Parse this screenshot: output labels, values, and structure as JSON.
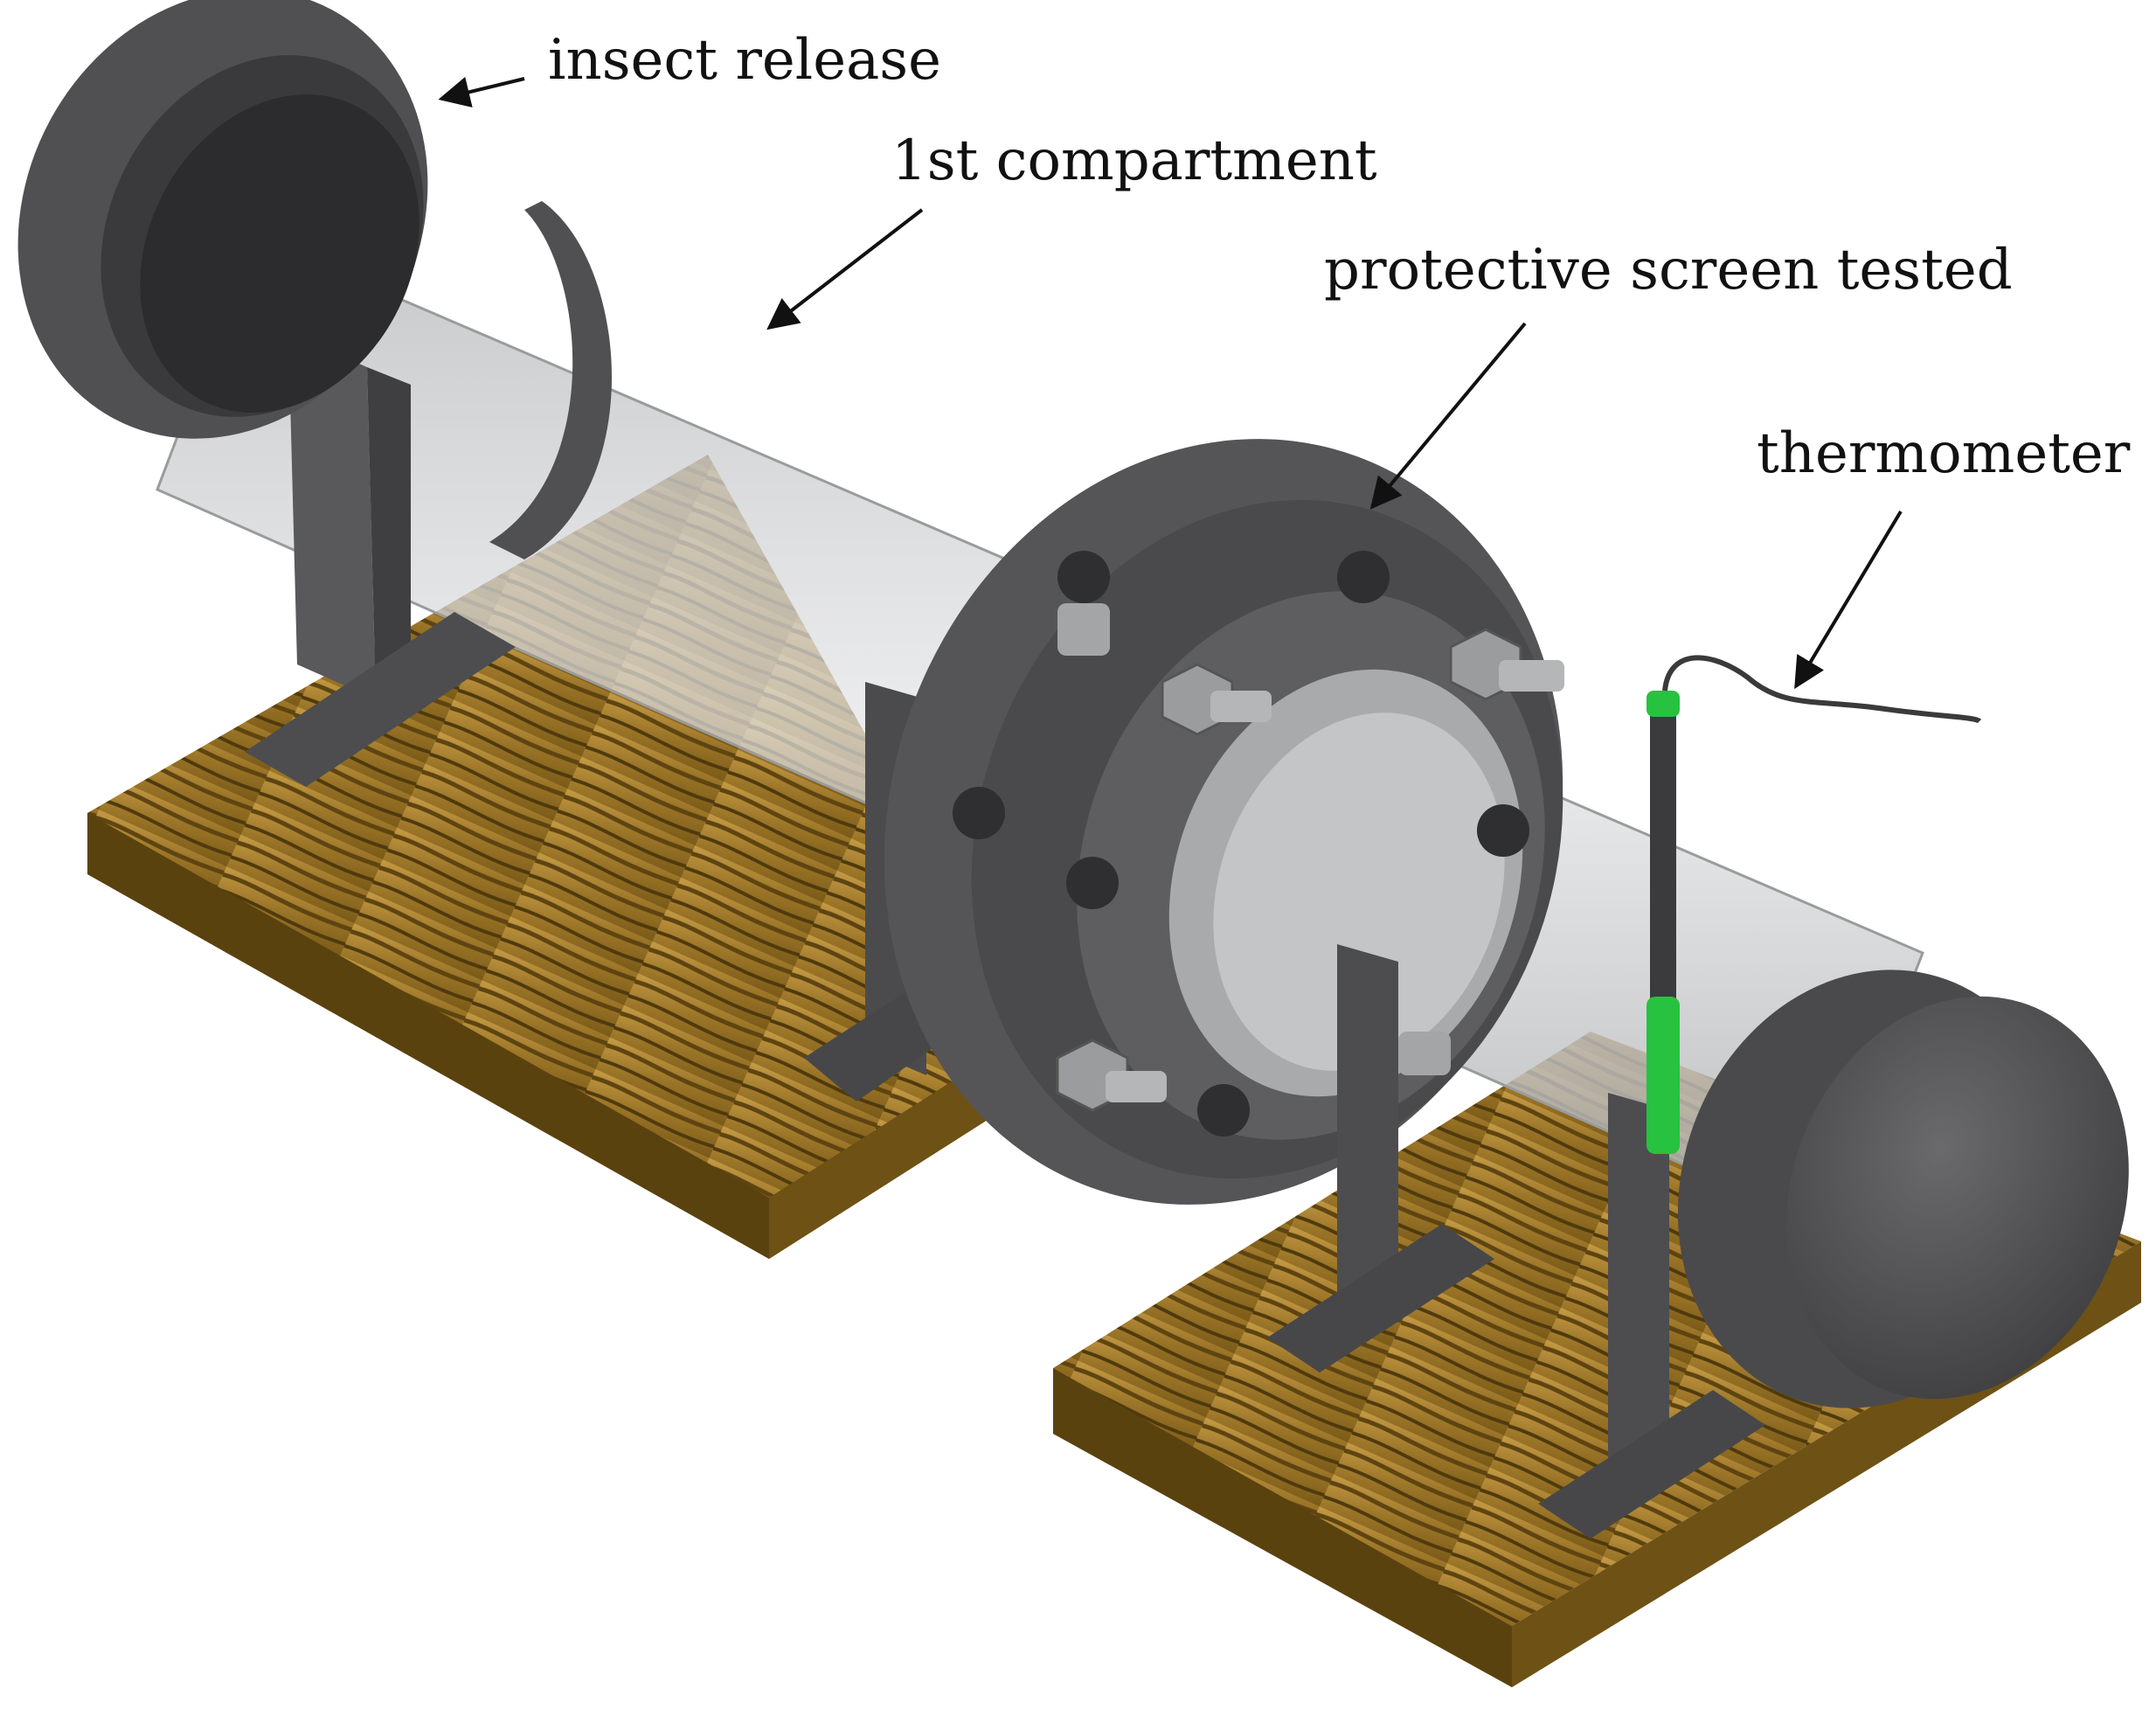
{
  "labels": {
    "insect_release": "insect release",
    "first_compartment": "1st compartment",
    "protective_screen": "protective screen tested",
    "thermometer": "thermometer"
  },
  "colors": {
    "metal_dark": "#4a4a4c",
    "metal_mid": "#5c5c5e",
    "metal_light": "#8a8a8c",
    "glass": "#cfd0d2",
    "wood_light": "#b08a3a",
    "wood_dark": "#6e5114",
    "probe_green": "#27c23f",
    "arrow": "#111111"
  }
}
